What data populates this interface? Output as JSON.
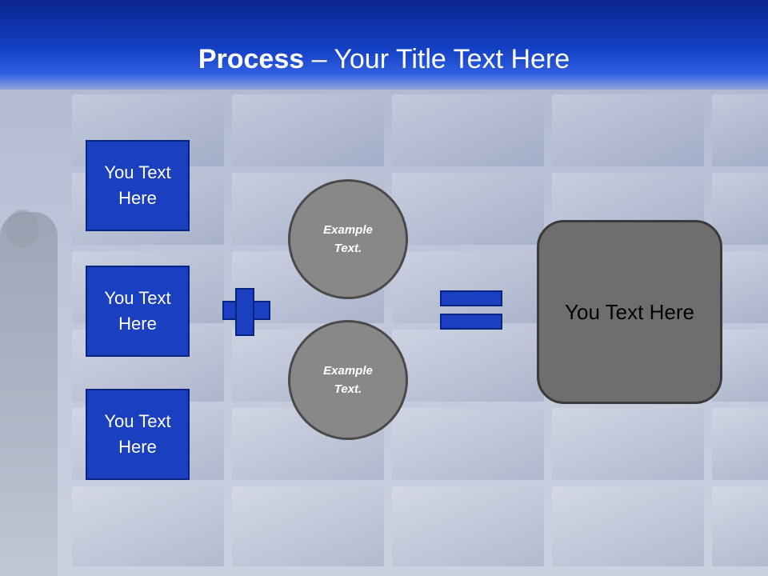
{
  "title": {
    "bold": "Process",
    "rest": " – Your Title Text Here"
  },
  "left_boxes": [
    {
      "line1": "You Text",
      "line2": "Here"
    },
    {
      "line1": "You Text",
      "line2": "Here"
    },
    {
      "line1": "You Text",
      "line2": "Here"
    }
  ],
  "circles": [
    {
      "line1": "Example",
      "line2": "Text."
    },
    {
      "line1": "Example",
      "line2": "Text."
    }
  ],
  "result": {
    "label": "You Text Here"
  },
  "colors": {
    "accent_blue": "#1a3fbf",
    "circle_gray": "#888888",
    "result_gray": "#6e6e6e"
  }
}
